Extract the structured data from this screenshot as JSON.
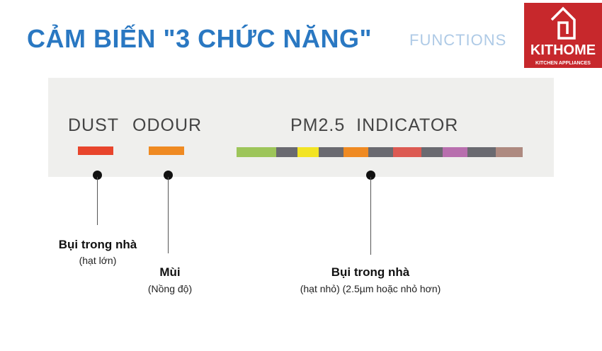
{
  "title": "CẢM BIẾN \"3 CHỨC NĂNG\"",
  "ghost_text": "FUNCTIONS",
  "logo": {
    "name": "KITHOME",
    "tagline": "KITCHEN APPLIANCES",
    "color": "#c7282c"
  },
  "panel": {
    "dust_label": "DUST",
    "odour_label": "ODOUR",
    "pm_label": "PM2.5  INDICATOR",
    "dust_color": "#e8452c",
    "odour_color": "#ef8a22",
    "pm_colors": [
      "#9dc55a",
      "#6a6a70",
      "#f2e424",
      "#6a6a70",
      "#ef8a22",
      "#6a6a70",
      "#dc5a52",
      "#6a6a70",
      "#b86fae",
      "#6a6a70",
      "#ae8a80"
    ]
  },
  "annotations": [
    {
      "title": "Bụi trong nhà",
      "detail": "(hạt lớn)"
    },
    {
      "title": "Mùi",
      "detail": "(Nồng độ)"
    },
    {
      "title": "Bụi trong nhà",
      "detail": "(hạt nhỏ) (2.5µm hoặc nhỏ hơn)"
    }
  ]
}
